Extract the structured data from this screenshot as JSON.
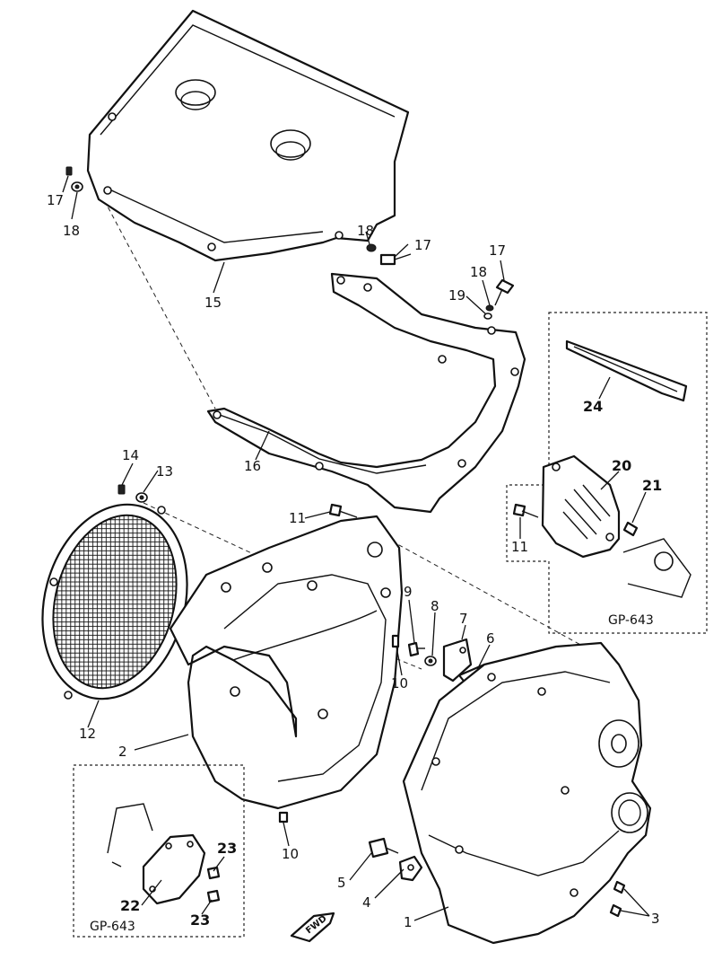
{
  "diagram": {
    "callouts": {
      "c1": "1",
      "c2": "2",
      "c3": "3",
      "c4": "4",
      "c5": "5",
      "c6": "6",
      "c7": "7",
      "c8": "8",
      "c9": "9",
      "c10a": "10",
      "c10b": "10",
      "c11a": "11",
      "c11b": "11",
      "c12": "12",
      "c13": "13",
      "c14": "14",
      "c15": "15",
      "c16": "16",
      "c17a": "17",
      "c17b": "17",
      "c17c": "17",
      "c18a": "18",
      "c18b": "18",
      "c18c": "18",
      "c19": "19",
      "c20": "20",
      "c21": "21",
      "c22": "22",
      "c23a": "23",
      "c23b": "23",
      "c24": "24"
    },
    "variant_box_right": "GP-643",
    "variant_box_left": "GP-643",
    "direction_marker": "FWD"
  }
}
